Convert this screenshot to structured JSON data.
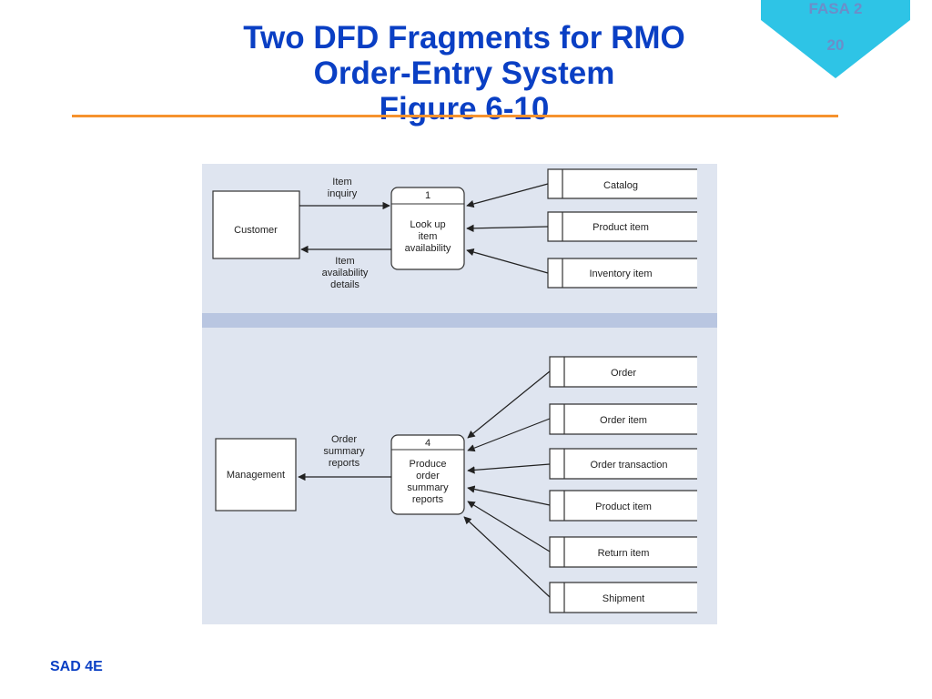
{
  "slide": {
    "title_lines": [
      "Two DFD Fragments for RMO",
      "Order-Entry System",
      "Figure 6-10"
    ],
    "badge": {
      "line1": "FASA 2",
      "line2": "20"
    },
    "footer": "SAD 4E"
  },
  "colors": {
    "title": "#0a3fc4",
    "rule": "#f6922d",
    "badge_fill": "#2ec4e6",
    "diagram_bg": "#dfe5f0",
    "diagram_divider": "#b9c6e1"
  },
  "diagram": {
    "fragment_top": {
      "entity": "Customer",
      "process": {
        "number": "1",
        "lines": [
          "Look up",
          "item",
          "availability"
        ]
      },
      "flow_in_label": [
        "Item",
        "inquiry"
      ],
      "flow_out_label": [
        "Item",
        "availability",
        "details"
      ],
      "stores": [
        "Catalog",
        "Product item",
        "Inventory item"
      ]
    },
    "fragment_bottom": {
      "entity": "Management",
      "process": {
        "number": "4",
        "lines": [
          "Produce",
          "order",
          "summary",
          "reports"
        ]
      },
      "flow_out_label": [
        "Order",
        "summary",
        "reports"
      ],
      "stores": [
        "Order",
        "Order item",
        "Order transaction",
        "Product item",
        "Return item",
        "Shipment"
      ]
    }
  }
}
